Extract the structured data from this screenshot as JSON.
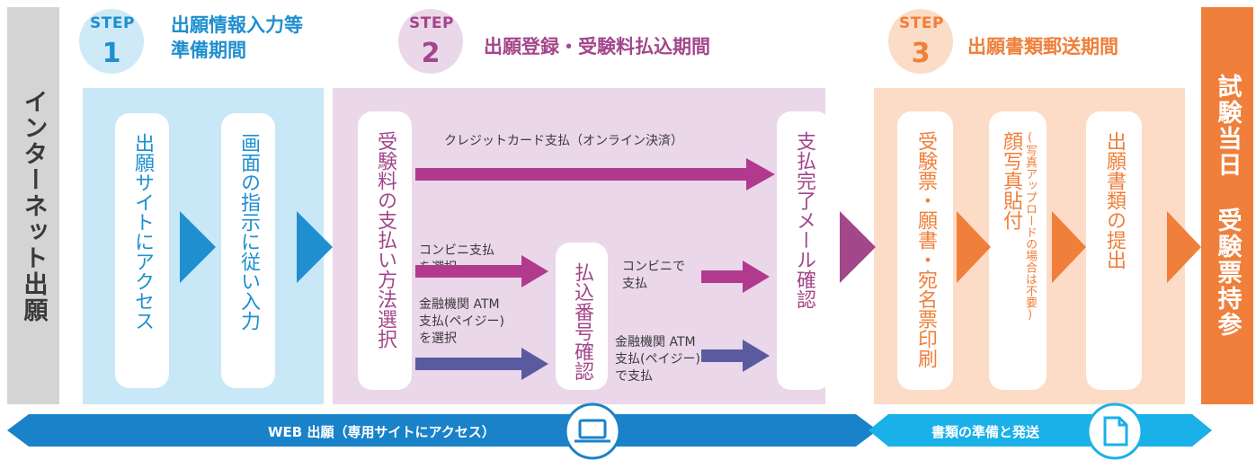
{
  "sidebar_left": {
    "label": "インターネット出願",
    "color": "#d4d4d4",
    "text_color": "#3a3a3a"
  },
  "sidebar_right": {
    "label": "試験当日 受験票持参",
    "color": "#ef7f3a"
  },
  "step1": {
    "word": "STEP",
    "number": "1",
    "title_lines": [
      "出願情報入力等",
      "準備期間"
    ],
    "colors": {
      "badge": "#cfeaf7",
      "panel": "#c9e8f7",
      "accent": "#1f8fcf",
      "title": "#1f8fcf"
    },
    "cards": [
      "出願サイトにアクセス",
      "画面の指示に従い入力"
    ]
  },
  "step2": {
    "word": "STEP",
    "number": "2",
    "title": "出願登録・受験料払込期間",
    "colors": {
      "badge": "#ead7ea",
      "panel": "#ead7ea",
      "accent": "#a3478b",
      "title": "#a3478b",
      "atm": "#5a5aa0"
    },
    "cards": [
      "受験料の支払い方法選択",
      "払込番号確認",
      "支払完了メール確認"
    ],
    "labels": {
      "credit": "クレジットカード支払（オンライン決済）",
      "conv_select": "コンビニ支払\nを選択",
      "atm_select": "金融機関 ATM\n支払(ペイジー)\nを選択",
      "conv_pay": "コンビニで\n支払",
      "atm_pay": "金融機関 ATM\n支払(ペイジー)\nで支払"
    }
  },
  "step3": {
    "word": "STEP",
    "number": "3",
    "title": "出願書類郵送期間",
    "colors": {
      "badge": "#fbdcc6",
      "panel": "#fcdcc6",
      "accent": "#ef7f3a",
      "title": "#ef7f3a"
    },
    "cards": [
      {
        "main": "受験票・願書・宛名票印刷"
      },
      {
        "main": "顔写真貼付",
        "sub": "(写真アップロードの場合は不要)"
      },
      {
        "main": "出願書類の提出"
      }
    ]
  },
  "bottom": {
    "web": {
      "label": "WEB 出願（専用サイトにアクセス）",
      "color": "#1a82c9",
      "icon": "laptop-icon"
    },
    "docs": {
      "label": "書類の準備と発送",
      "color": "#1ab0e8",
      "icon": "document-icon"
    }
  }
}
